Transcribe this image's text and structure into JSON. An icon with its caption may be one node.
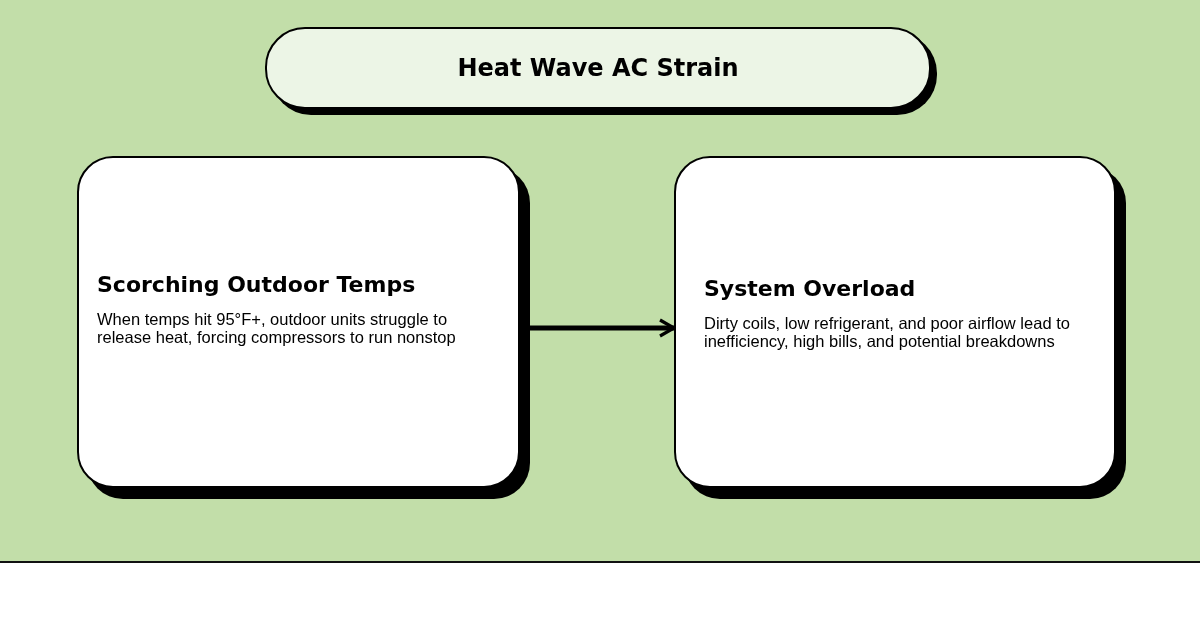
{
  "diagram": {
    "title": "Heat Wave AC Strain",
    "nodes": [
      {
        "text": [
          "Scorching Outdoor Temps",
          "When temps hit 95°F+, outdoor units struggle to release heat, forcing compressors to run nonstop"
        ]
      },
      {
        "text": [
          "System Overload",
          "Dirty coils, low refrigerant, and poor airflow lead to inefficiency, high bills, and potential breakdowns"
        ]
      }
    ],
    "edges": [
      {
        "from": 0,
        "to": 1,
        "arrow": "to"
      }
    ]
  }
}
